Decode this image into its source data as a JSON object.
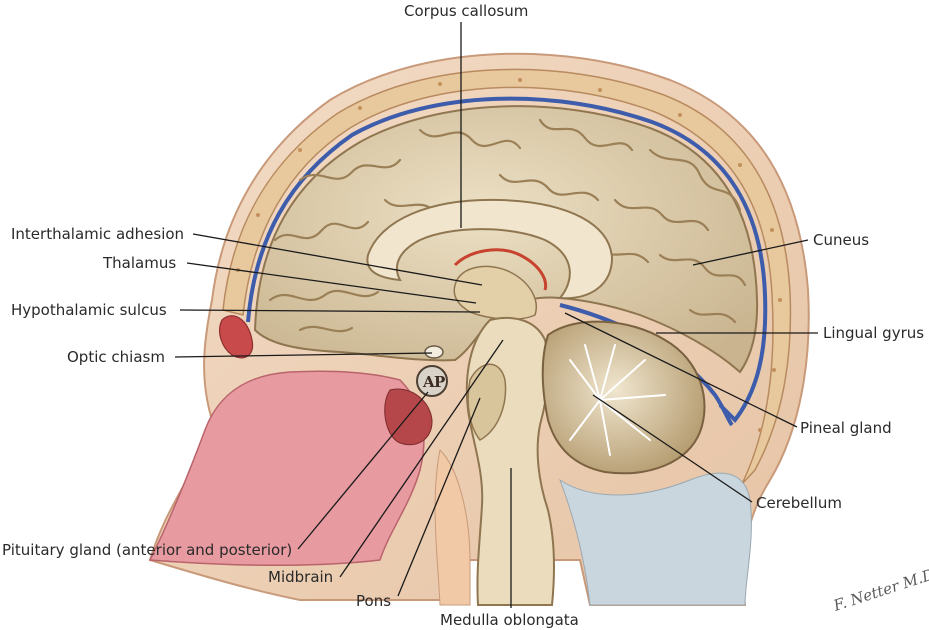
{
  "labels": {
    "corpus_callosum": "Corpus callosum",
    "interthalamic_adhesion": "Interthalamic adhesion",
    "thalamus": "Thalamus",
    "hypothalamic_sulcus": "Hypothalamic sulcus",
    "optic_chiasm": "Optic chiasm",
    "pituitary_gland": "Pituitary gland (anterior and posterior)",
    "midbrain": "Midbrain",
    "pons": "Pons",
    "medulla_oblongata": "Medulla oblongata",
    "cuneus": "Cuneus",
    "lingual_gyrus": "Lingual gyrus",
    "pineal_gland": "Pineal gland",
    "cerebellum": "Cerebellum"
  },
  "pituitary_letters": {
    "anterior": "A",
    "posterior": "P"
  },
  "signature": "F. Netter M.D."
}
